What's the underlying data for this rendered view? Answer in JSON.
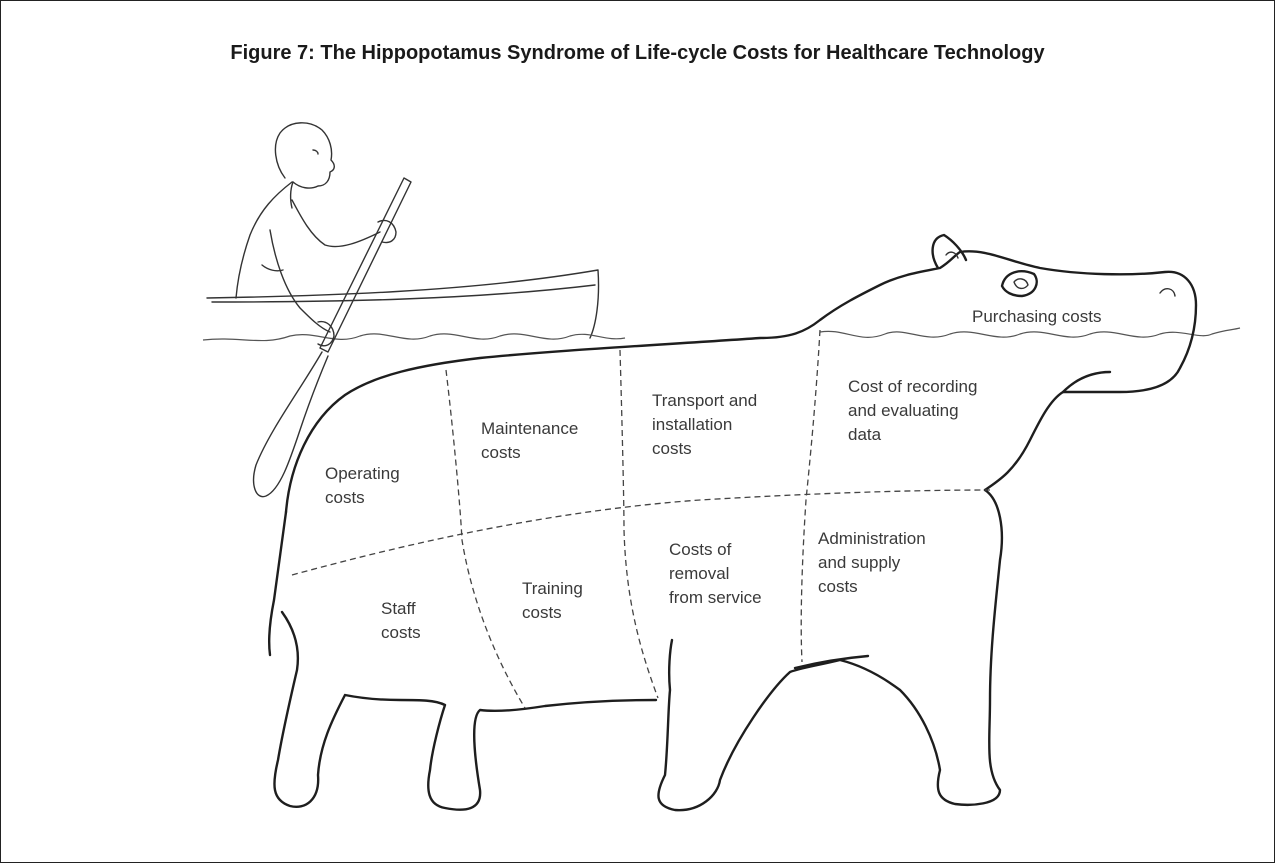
{
  "figure": {
    "title": "Figure 7: The Hippopotamus Syndrome of Life-cycle Costs for Healthcare Technology"
  },
  "labels": {
    "purchasing": [
      "Purchasing costs"
    ],
    "recording": [
      "Cost of recording",
      "and evaluating",
      "data"
    ],
    "transport": [
      "Transport and",
      "installation",
      "costs"
    ],
    "maintenance": [
      "Maintenance",
      "costs"
    ],
    "operating": [
      "Operating",
      "costs"
    ],
    "administration": [
      "Administration",
      "and supply",
      "costs"
    ],
    "removal": [
      "Costs of",
      "removal",
      "from service"
    ],
    "training": [
      "Training",
      "costs"
    ],
    "staff": [
      "Staff",
      "costs"
    ]
  }
}
